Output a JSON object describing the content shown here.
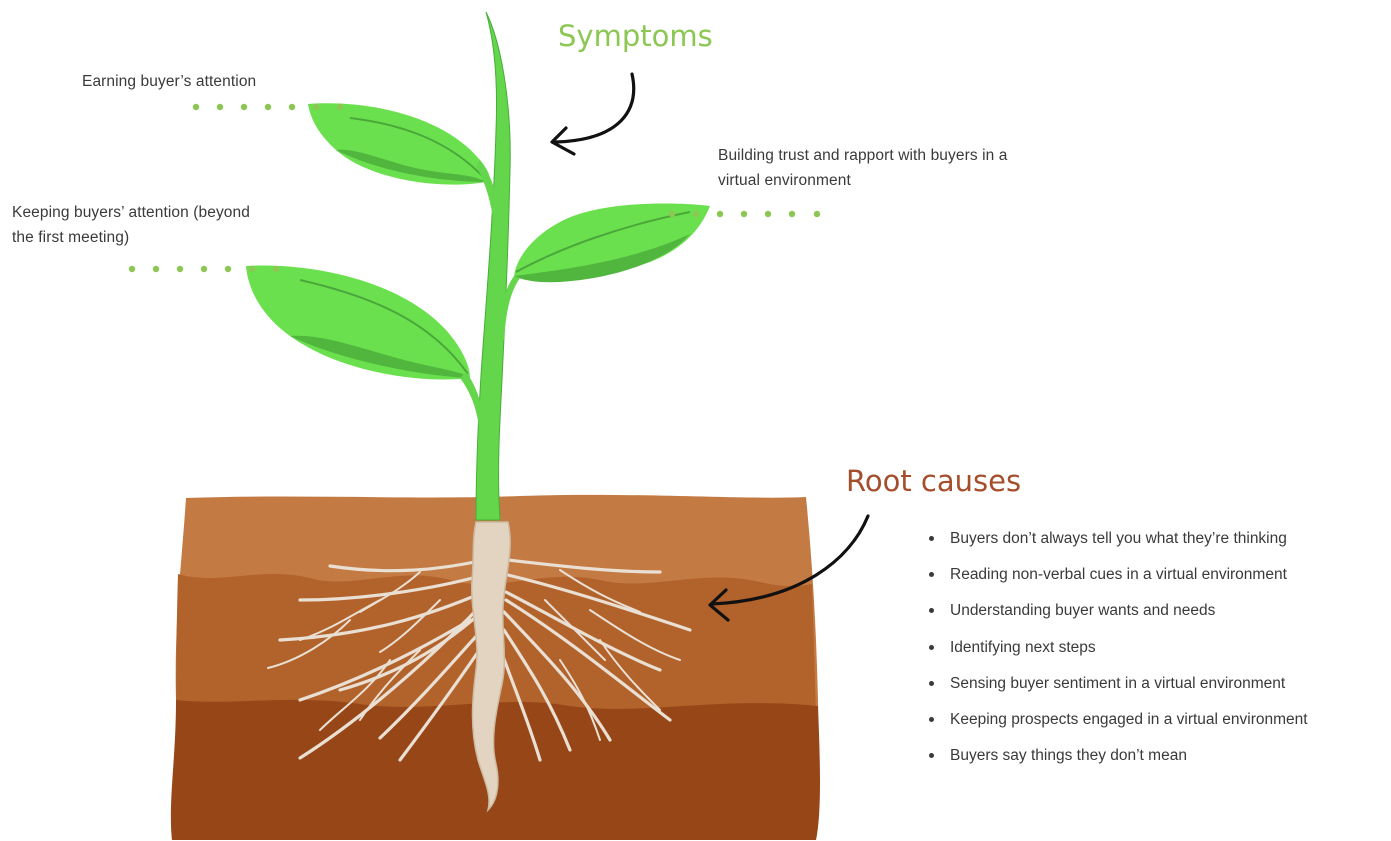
{
  "colors": {
    "symptoms_heading": "#8cc653",
    "root_heading": "#a44e2c",
    "leaf": "#6be04e",
    "leaf_shade": "#51b63e",
    "stem": "#63d64b",
    "soil_top": "#c47b43",
    "soil_mid": "#b2622b",
    "soil_bottom": "#974717",
    "root": "#e9dfd2",
    "dots": "#8cc653"
  },
  "symptoms": {
    "heading": "Symptoms",
    "items": [
      "Earning buyer’s attention",
      "Building trust and rapport with buyers in a virtual environment",
      "Keeping buyers’ attention (beyond the first meeting)"
    ]
  },
  "root_causes": {
    "heading": "Root causes",
    "items": [
      "Buyers don’t always tell you what they’re thinking",
      "Reading non-verbal cues in a virtual environment",
      "Understanding buyer wants and needs",
      "Identifying next steps",
      "Sensing buyer sentiment in a virtual environment",
      "Keeping prospects engaged in a virtual environment",
      "Buyers say things they don’t mean"
    ]
  },
  "icons": [
    "curved-arrow-icon",
    "plant-illustration",
    "soil-illustration",
    "roots-illustration"
  ]
}
